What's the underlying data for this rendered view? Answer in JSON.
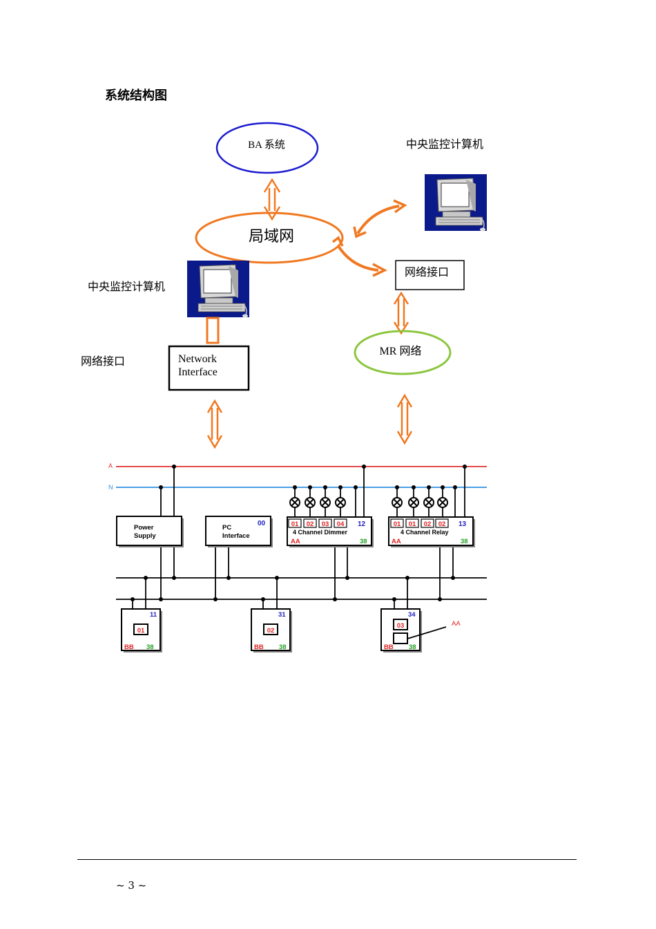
{
  "heading": "系统结构图",
  "labels": {
    "ba_system": "BA 系统",
    "central_pc_right": "中央监控计算机",
    "lan": "局域网",
    "network_interface_cn_right": "网络接口",
    "central_pc_left": "中央监控计算机",
    "network_interface_cn_left": "网络接口",
    "network_interface_en_1": "Network",
    "network_interface_en_2": "Interface",
    "mr_network": "MR 网络"
  },
  "bus": {
    "line_a": "A",
    "line_n": "N"
  },
  "modules": {
    "power_supply": {
      "line1": "Power",
      "line2": "Supply"
    },
    "pc_interface": {
      "line1": "PC",
      "line2": "Interface",
      "address": "00"
    },
    "dimmer": {
      "name": "4 Channel Dimmer",
      "address": "12",
      "area": "AA",
      "group": "38",
      "channels": [
        "01",
        "02",
        "03",
        "04"
      ]
    },
    "relay": {
      "name": "4 Channel Relay",
      "address": "13",
      "area": "AA",
      "group": "38",
      "channels": [
        "01",
        "01",
        "02",
        "02"
      ]
    }
  },
  "panels": [
    {
      "address": "11",
      "button": "01",
      "area": "BB",
      "group": "38"
    },
    {
      "address": "31",
      "button": "02",
      "area": "BB",
      "group": "38"
    },
    {
      "address": "34",
      "button": "03",
      "area": "BB",
      "group": "38"
    }
  ],
  "panel_annotation": "AA",
  "page_number": "~ 3 ~",
  "colors": {
    "arrow": "#f07820",
    "ba_ellipse": "#1a1ad0",
    "lan_ellipse": "#f07820",
    "mr_ellipse": "#8cc63f",
    "line_a": "#e03030",
    "line_n": "#3090e0",
    "code_red": "#e02020",
    "code_blue": "#2020c0",
    "code_green": "#20a020",
    "monitor_bg": "#0a1a8a"
  }
}
